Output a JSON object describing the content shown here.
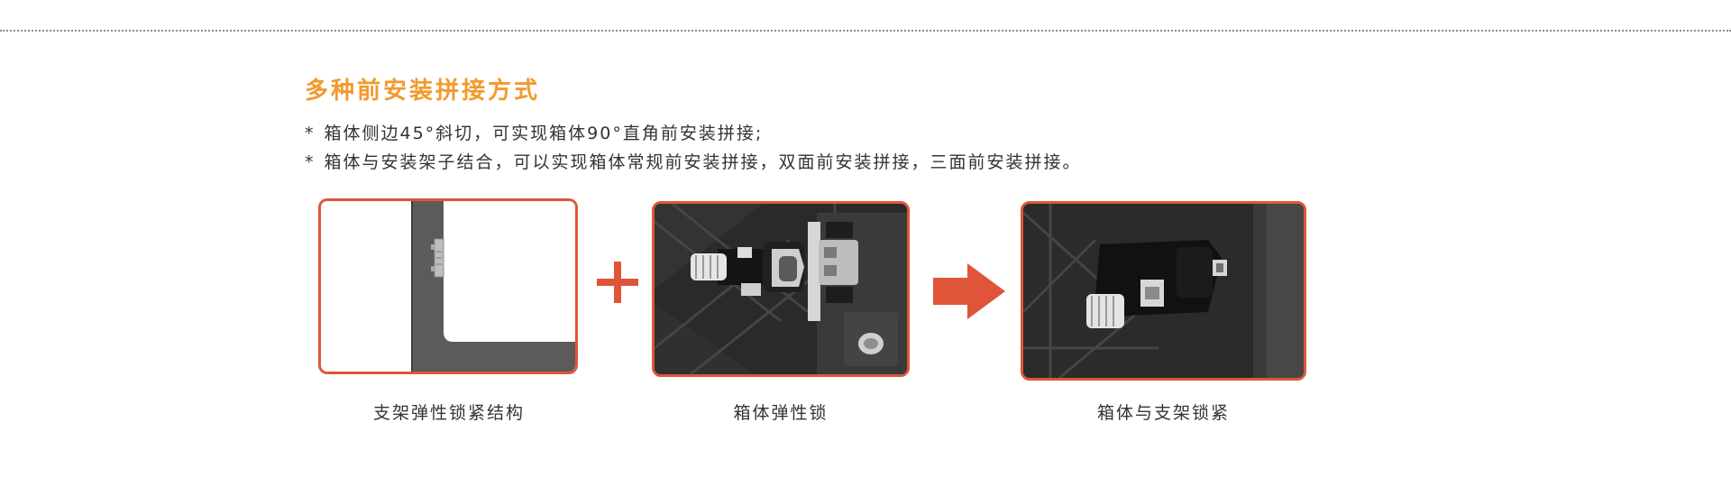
{
  "title": "多种前安装拼接方式",
  "bullets": [
    {
      "marker": "*",
      "text": "箱体侧边45°斜切，可实现箱体90°直角前安装拼接;"
    },
    {
      "marker": "*",
      "text": "箱体与安装架子结合，可以实现箱体常规前安装拼接，双面前安装拼接，三面前安装拼接。"
    }
  ],
  "panels": [
    {
      "caption": "支架弹性锁紧结构",
      "image": "bracket-lock-diagram"
    },
    {
      "caption": "箱体弹性锁",
      "image": "cabinet-spring-lock-photo"
    },
    {
      "caption": "箱体与支架锁紧",
      "image": "cabinet-bracket-locked-photo"
    }
  ],
  "icons": {
    "plus": "plus-icon",
    "arrow": "arrow-right-icon"
  },
  "colors": {
    "accent": "#f29a2e",
    "frame": "#e0553a",
    "text": "#333333",
    "rule": "#8c8c8c"
  }
}
